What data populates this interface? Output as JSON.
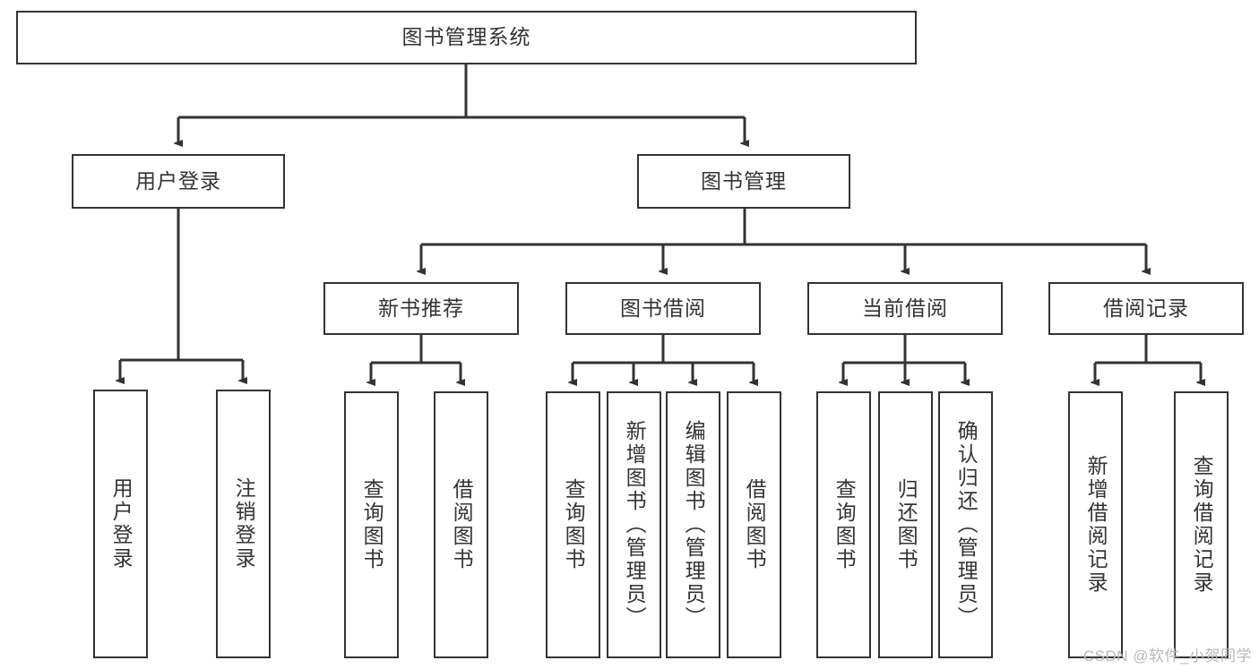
{
  "diagram": {
    "title_node": {
      "label": "图书管理系统"
    },
    "level2": [
      {
        "label": "用户登录"
      },
      {
        "label": "图书管理"
      }
    ],
    "level3": [
      {
        "label": "新书推荐"
      },
      {
        "label": "图书借阅"
      },
      {
        "label": "当前借阅"
      },
      {
        "label": "借阅记录"
      }
    ],
    "leaves": {
      "user_login": [
        {
          "label": "用户登录"
        },
        {
          "label": "注销登录"
        }
      ],
      "new_book_recommend": [
        {
          "label": "查询图书"
        },
        {
          "label": "借阅图书"
        }
      ],
      "book_borrow": [
        {
          "label": "查询图书"
        },
        {
          "label": "新增图书（管理员）"
        },
        {
          "label": "编辑图书（管理员）"
        },
        {
          "label": "借阅图书"
        }
      ],
      "current_borrow": [
        {
          "label": "查询图书"
        },
        {
          "label": "归还图书"
        },
        {
          "label": "确认归还（管理员）"
        }
      ],
      "borrow_record": [
        {
          "label": "新增借阅记录"
        },
        {
          "label": "查询借阅记录"
        }
      ]
    }
  },
  "watermark": {
    "text": "CSDN @软件_小贺同学"
  },
  "colors": {
    "stroke": "#333333",
    "background": "#ffffff",
    "text": "#333333",
    "watermark": "#b9b9b9"
  }
}
